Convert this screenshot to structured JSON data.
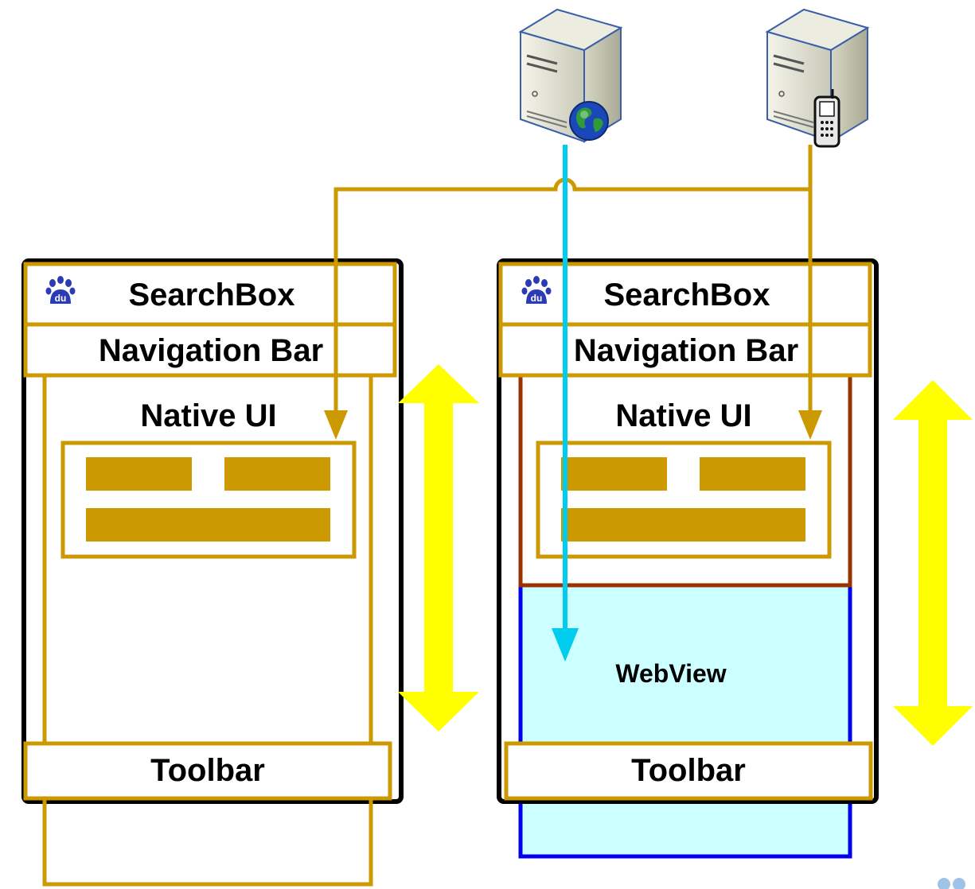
{
  "left_phone": {
    "searchbox_label": "SearchBox",
    "navigation_bar_label": "Navigation Bar",
    "native_ui_label": "Native UI",
    "toolbar_label": "Toolbar"
  },
  "right_phone": {
    "searchbox_label": "SearchBox",
    "navigation_bar_label": "Navigation Bar",
    "native_ui_label": "Native UI",
    "webview_label": "WebView",
    "toolbar_label": "Toolbar"
  },
  "icons": {
    "left_server": "web-server-icon",
    "right_server": "mobile-server-icon",
    "logo": "baidu-paw-icon"
  },
  "colors": {
    "gold": "#CC9900",
    "phone_frame": "#000000",
    "webview_fill": "#CCFFFF",
    "webview_border": "#0000EE",
    "native_border_right": "#993300",
    "data_flow_arrow": "#00CCEE",
    "scroll_arrow": "#FFFF00"
  }
}
